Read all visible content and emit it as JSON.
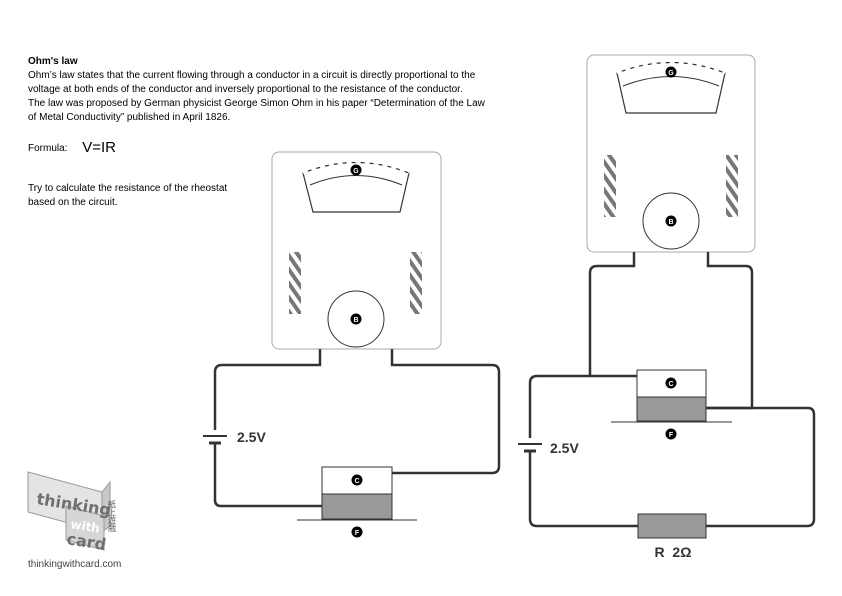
{
  "intro": {
    "title": "Ohm's law",
    "lines": [
      "Ohm’s law states that the current flowing through a conductor in a circuit is directly proportional to the",
      "voltage at both ends of the conductor and inversely proportional to the resistance of the conductor.",
      "The law was proposed by German physicist George Simon Ohm in his paper “Determination of the Law",
      "of Metal Conductivity” published in April 1826."
    ]
  },
  "formula": {
    "label": "Formula:",
    "equation": "V=IR"
  },
  "task": {
    "lines": [
      "Try to calculate the resistance of the rheostat",
      "based on the circuit."
    ]
  },
  "markers": {
    "g": "G",
    "b": "B",
    "c": "C",
    "f": "F"
  },
  "circuit1": {
    "voltage": "2.5V"
  },
  "circuit2": {
    "voltage": "2.5V",
    "resistor": "R  2Ω"
  },
  "logo": {
    "word1": "thinking",
    "word2": "with",
    "word3": "card",
    "cjk": "紙上遊戲",
    "url": "thinkingwithcard.com"
  },
  "colors": {
    "stroke": "#333333",
    "frame": "#aaaaaa",
    "rheostat_fill": "#999999",
    "hatch": "#777777"
  }
}
